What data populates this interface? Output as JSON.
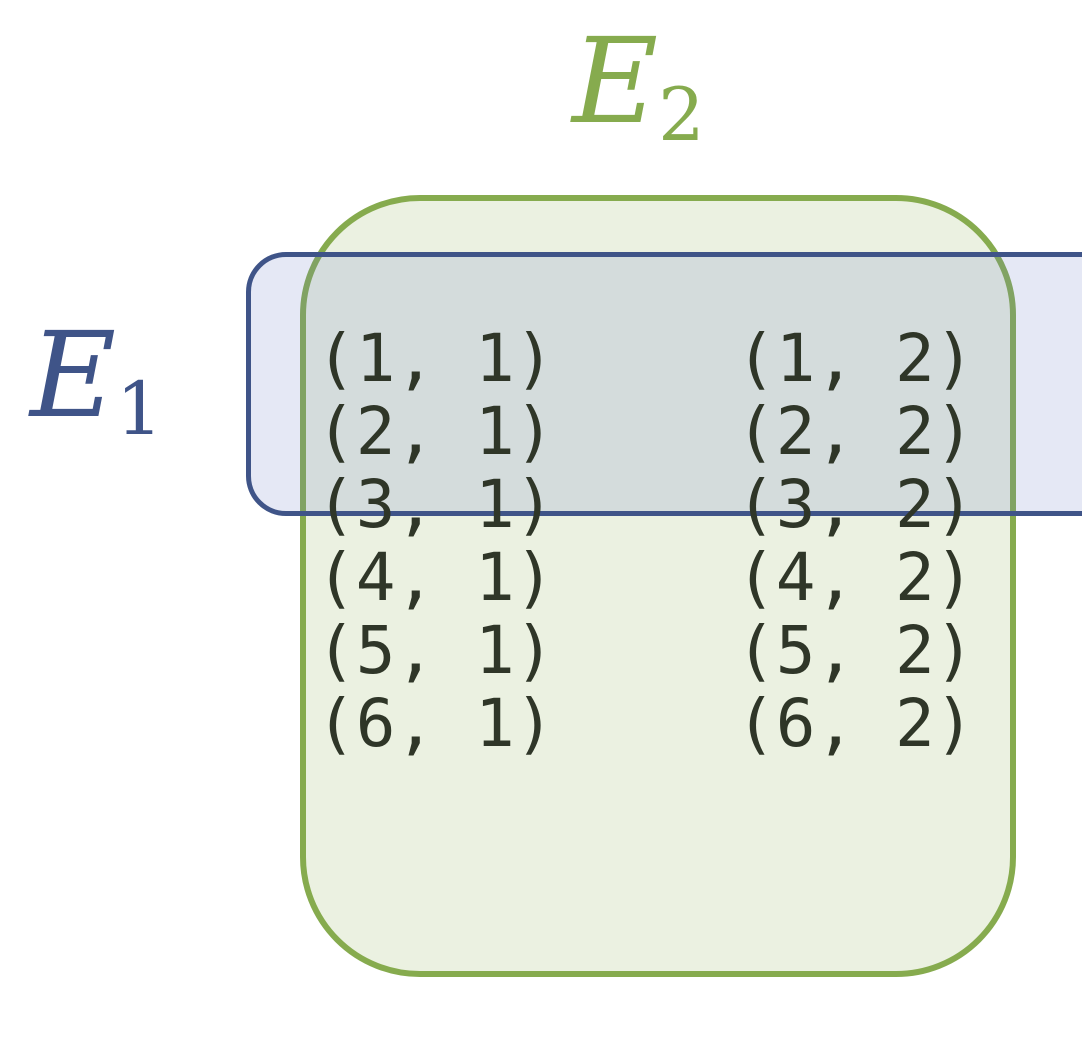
{
  "labels": {
    "e1": {
      "main": "E",
      "sub": "1",
      "color": "#3f5488"
    },
    "e2": {
      "main": "E",
      "sub": "2",
      "color": "#86ab4e"
    }
  },
  "rows": [
    [
      "(1, 1)",
      "(1, 2)"
    ],
    [
      "(2, 1)",
      "(2, 2)"
    ],
    [
      "(3, 1)",
      "(3, 2)"
    ],
    [
      "(4, 1)",
      "(4, 2)"
    ],
    [
      "(5, 1)",
      "(5, 2)"
    ],
    [
      "(6, 1)",
      "(6, 2)"
    ]
  ]
}
